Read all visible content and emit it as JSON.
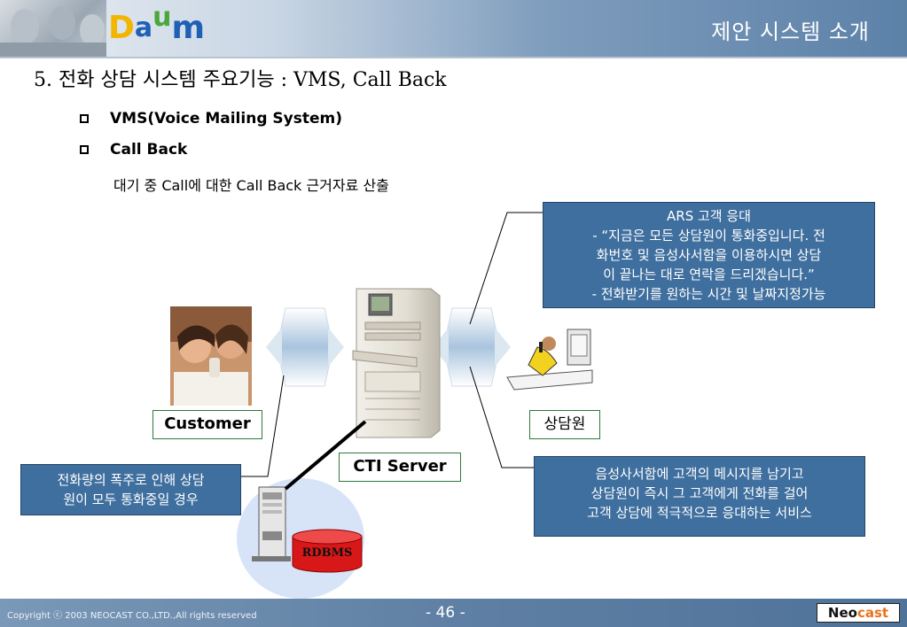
{
  "header": {
    "title": "제안 시스템 소개",
    "logo_parts": [
      "D",
      "a",
      "u",
      "m"
    ]
  },
  "section_title": "5. 전화 상담 시스템 주요기능 : VMS, Call Back",
  "bullets": [
    {
      "label": "VMS(Voice Mailing System)"
    },
    {
      "label": "Call Back"
    }
  ],
  "subtext": "대기 중 Call에 대한 Call Back 근거자료 산출",
  "ars_box": {
    "lines": [
      "ARS 고객 응대",
      "- “지금은 모든 상담원이 통화중입니다. 전",
      "화번호 및 음성사서함을 이용하시면 상담",
      "이 끝나는 대로 연락을 드리겠습니다.”",
      "- 전화받기를 원하는 시간 및 날짜지정가능"
    ]
  },
  "service_box": {
    "lines": [
      "음성사서함에 고객의 메시지를 남기고",
      "상담원이 즉시 그 고객에게 전화를 걸어",
      "고객 상담에 적극적으로 응대하는 서비스"
    ]
  },
  "overflow_box": {
    "lines": [
      "전화량의 폭주로 인해 상담",
      "원이 모두 통화중일 경우"
    ]
  },
  "labels": {
    "customer": "Customer",
    "cti_server": "CTI Server",
    "agent": "상담원",
    "rdbms": "RDBMS"
  },
  "footer": {
    "copyright": "Copyright ⓒ 2003 NEOCAST CO.,LTD.,All rights reserved",
    "page": "- 46 -",
    "brand_left": "Neo",
    "brand_right": "cast"
  },
  "colors": {
    "box_blue": "#3f6f9e",
    "label_border": "#2f7a3a",
    "brand_orange": "#e8731e",
    "rdbms_red": "#cc1111"
  }
}
